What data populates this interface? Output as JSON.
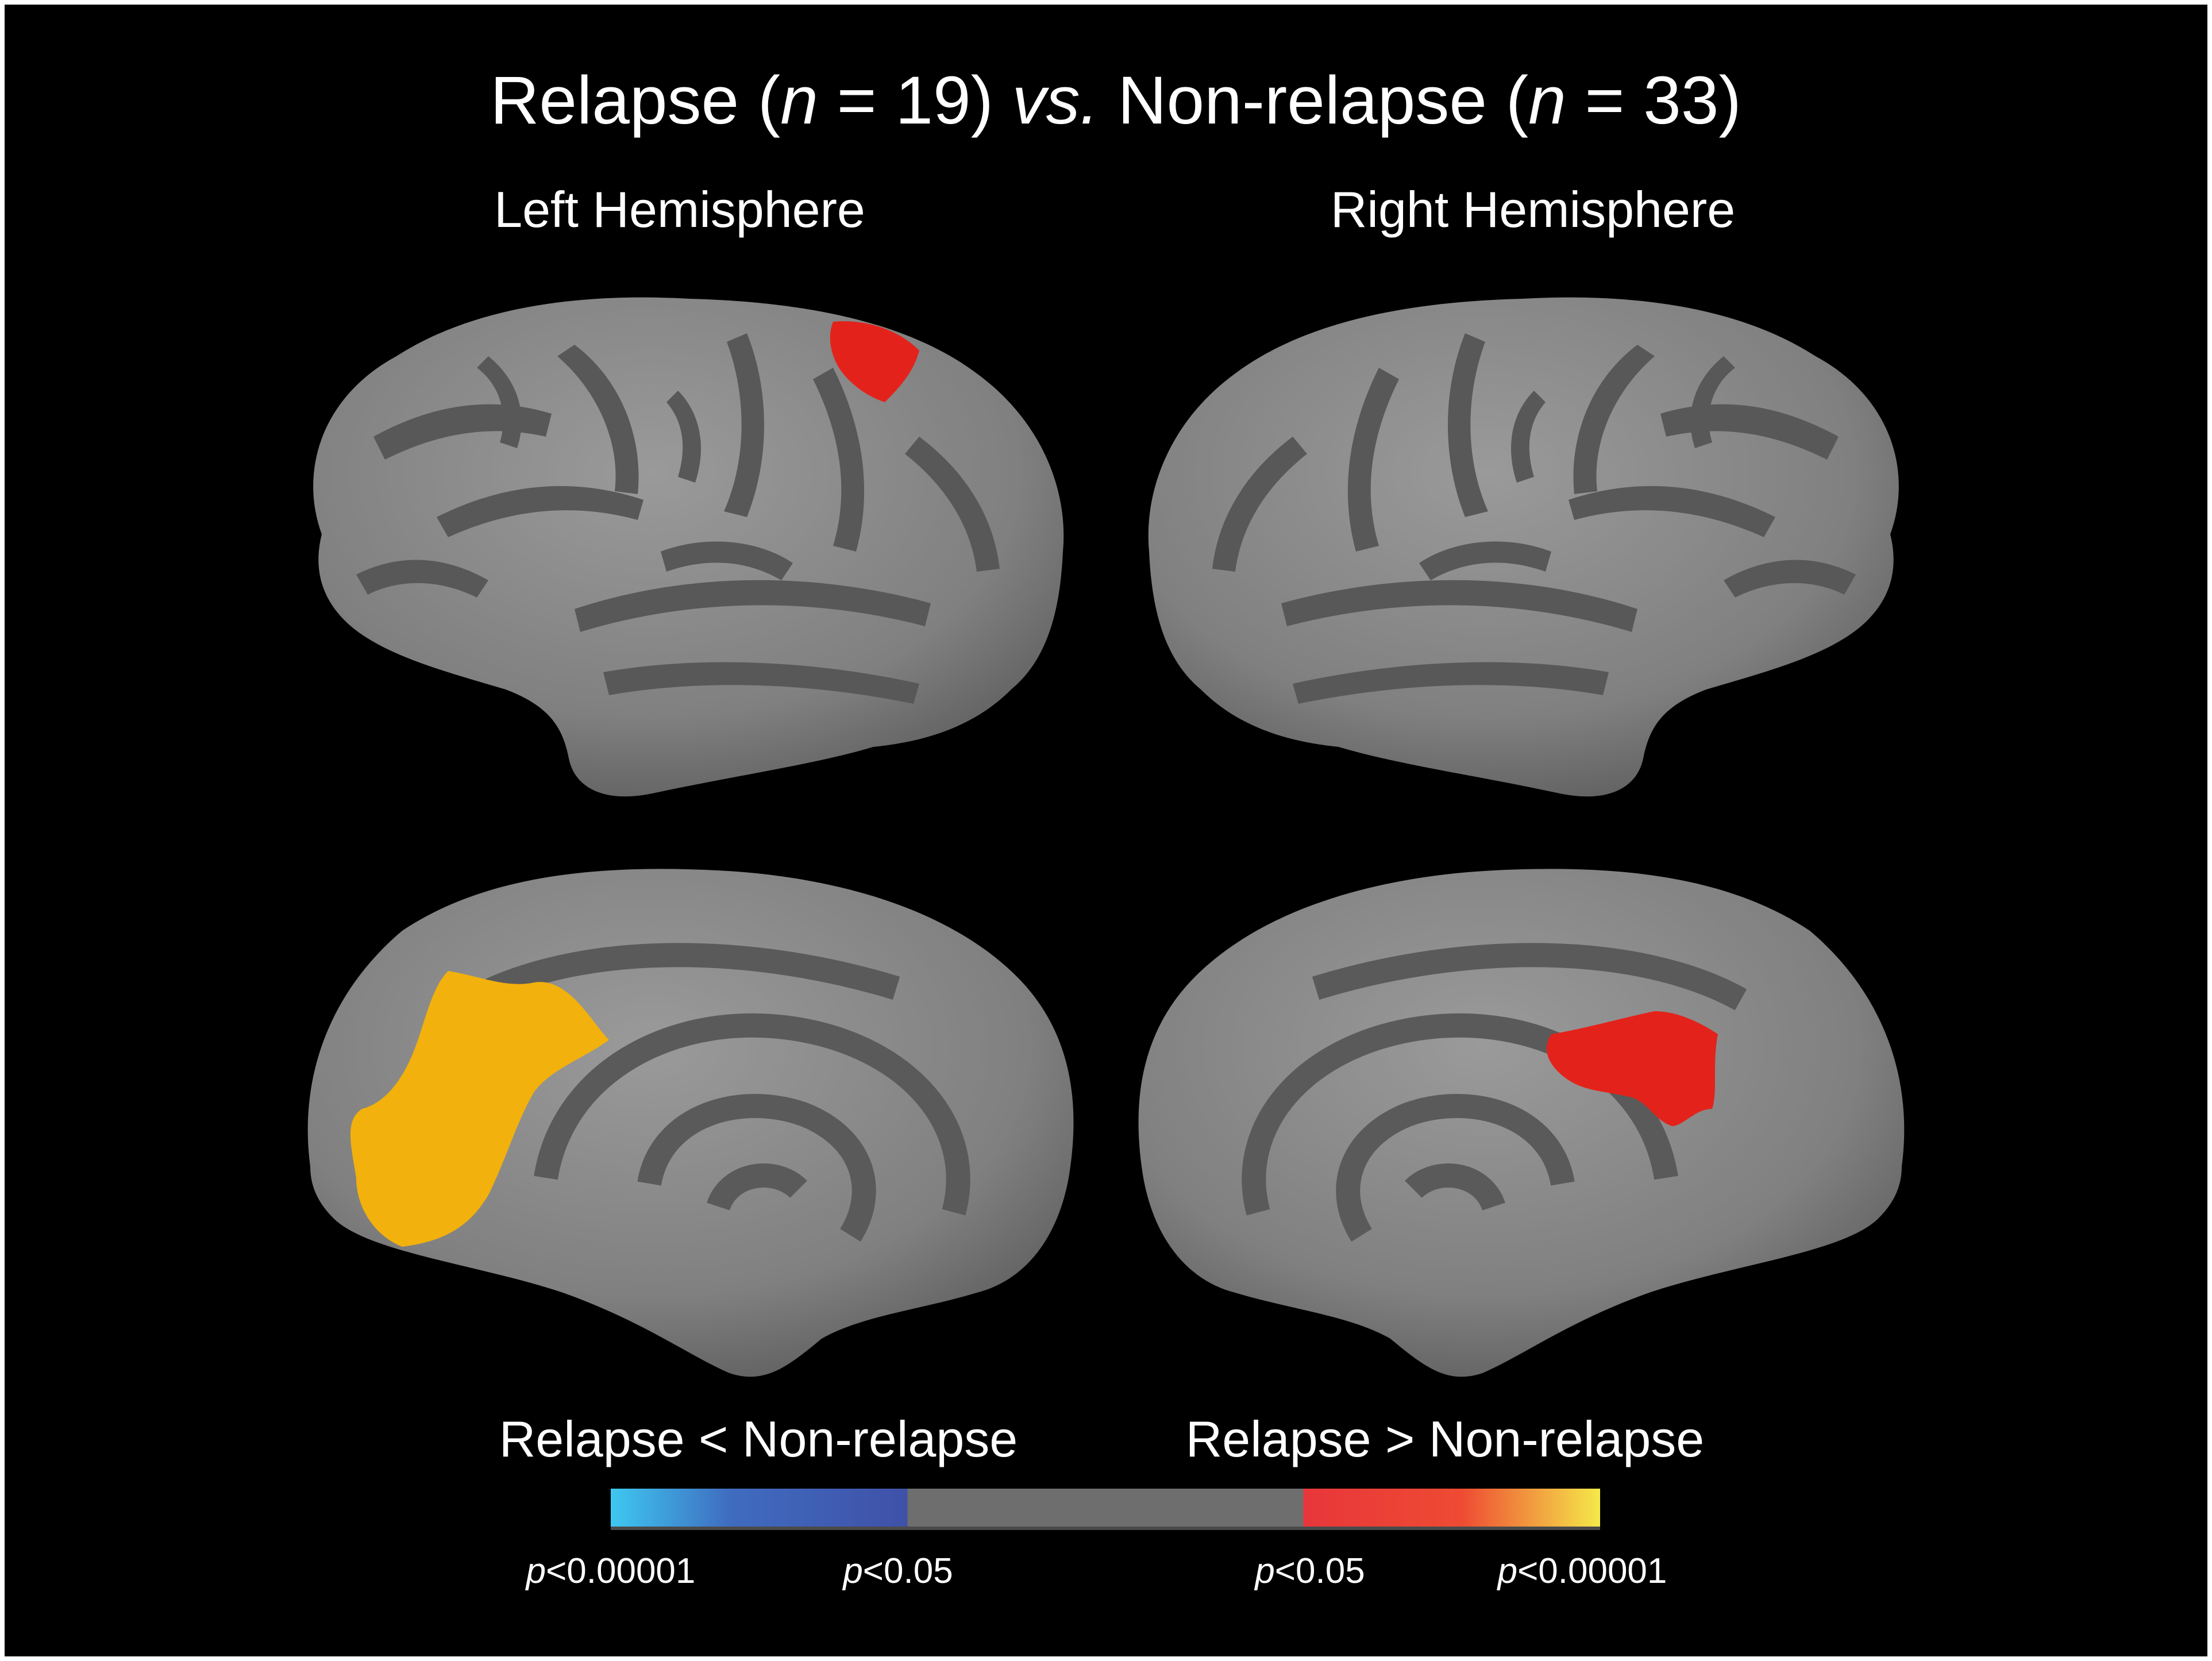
{
  "figure": {
    "title": {
      "part1": "Relapse (",
      "n1_symbol": "n",
      "part2": " = 19) ",
      "vs": "vs.",
      "part3": " Non-relapse (",
      "n2_symbol": "n",
      "part4": " = 33)"
    },
    "left_hemisphere_label": "Left Hemisphere",
    "right_hemisphere_label": "Right Hemisphere",
    "colorbar": {
      "left_label": "Relapse < Non-relapse",
      "right_label": "Relapse > Non-relapse",
      "ticks": [
        {
          "p": "p",
          "value": "<0.00001"
        },
        {
          "p": "p",
          "value": "<0.05"
        },
        {
          "p": "p",
          "value": "<0.05"
        },
        {
          "p": "p",
          "value": "<0.00001"
        }
      ]
    },
    "colors": {
      "background": "#000000",
      "cortex_gyri": "#8a8a8a",
      "cortex_sulci": "#5a5a5a",
      "cluster_red": "#e3231b",
      "cluster_yellow": "#f2b10c",
      "scale_cyan": "#3ec8f0",
      "scale_blue": "#3f51a8",
      "scale_gray": "#6e6e6e",
      "scale_red": "#e8363a",
      "scale_yellow": "#f5e94a"
    }
  }
}
